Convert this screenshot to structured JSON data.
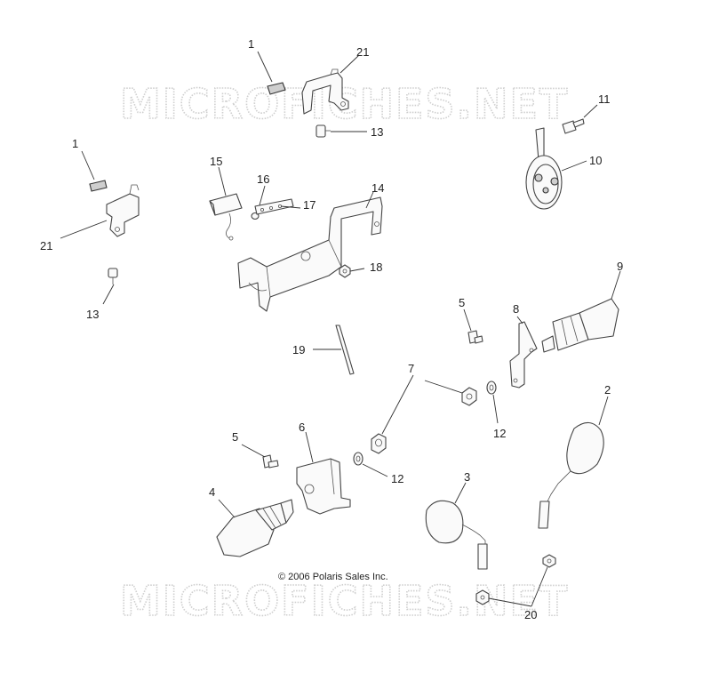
{
  "watermark": {
    "top": "MICROFICHES.NET",
    "bottom": "MICROFICHES.NET"
  },
  "copyright": "© 2006 Polaris Sales Inc.",
  "callouts": {
    "c1_top": "1",
    "c21_top": "21",
    "c13_top": "13",
    "c11": "11",
    "c10": "10",
    "c1_left": "1",
    "c21_left": "21",
    "c13_left": "13",
    "c15": "15",
    "c16": "16",
    "c17": "17",
    "c14": "14",
    "c18": "18",
    "c9": "9",
    "c5_right": "5",
    "c8": "8",
    "c19": "19",
    "c7": "7",
    "c2": "2",
    "c12_right": "12",
    "c5_left": "5",
    "c6": "6",
    "c12_left": "12",
    "c3": "3",
    "c4": "4",
    "c20": "20"
  }
}
